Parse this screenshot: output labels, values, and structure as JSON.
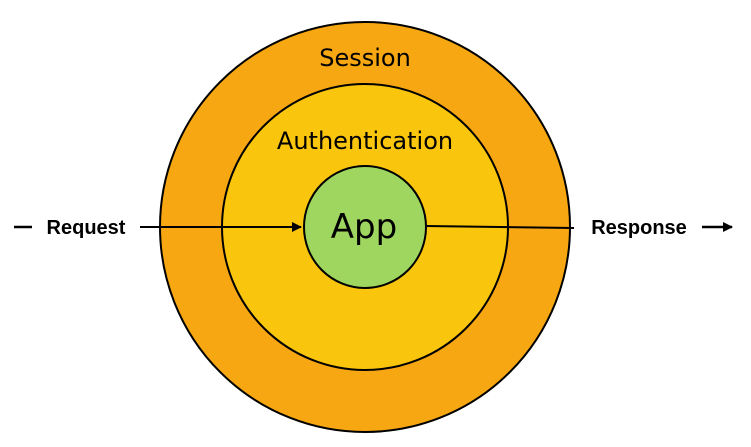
{
  "layers": {
    "session": {
      "label": "Session",
      "color": "#F7A712"
    },
    "authentication": {
      "label": "Authentication",
      "color": "#F9C50D"
    },
    "app": {
      "label": "App",
      "color": "#9FD65F"
    }
  },
  "flow": {
    "request_label": "Request",
    "response_label": "Response"
  },
  "colors": {
    "stroke": "#000000",
    "background": "#ffffff"
  }
}
